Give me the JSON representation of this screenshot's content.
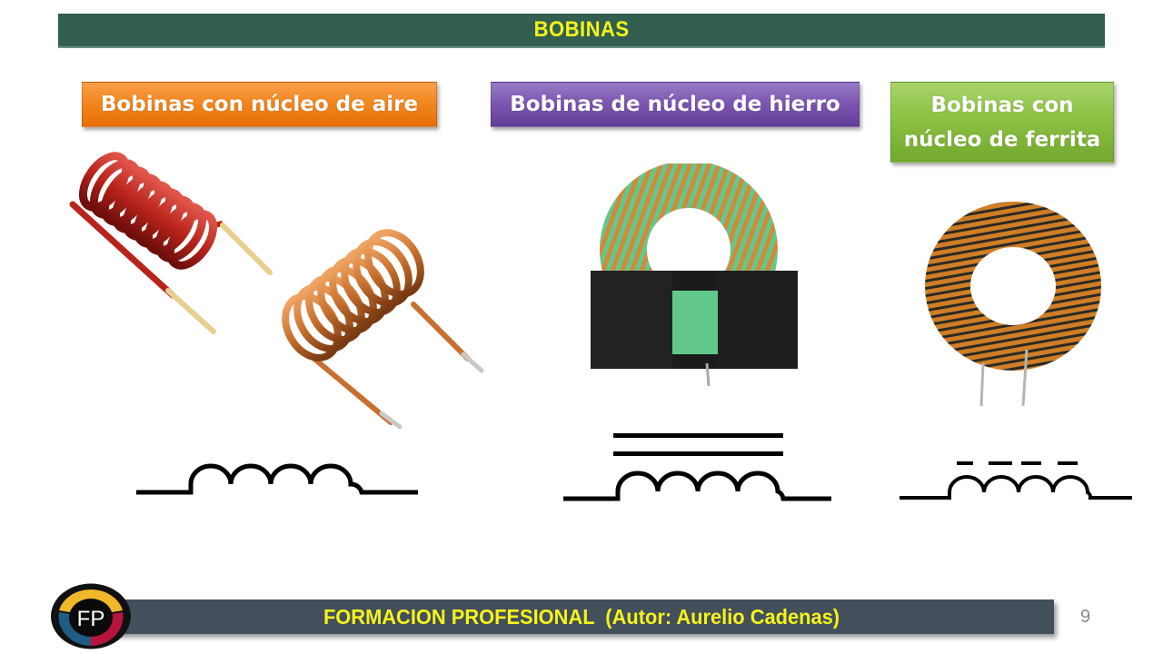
{
  "slide": {
    "title": "BOBINAS",
    "page_number": "9",
    "colors": {
      "title_bar": "#335f50",
      "title_text": "#f5f31a",
      "footer_bar": "#434f5b",
      "footer_text": "#f5f31a",
      "orange_label": "#f38720",
      "purple_label": "#7c58b1",
      "green_label": "#8cc144"
    }
  },
  "columns": [
    {
      "label": "Bobinas con núcleo de aire",
      "image": "air-core-coils-photo",
      "symbol": "inductor-air-core-symbol"
    },
    {
      "label": "Bobinas de núcleo de hierro",
      "image": "iron-core-toroid-photo",
      "symbol": "inductor-iron-core-symbol"
    },
    {
      "label_line1": "Bobinas con",
      "label_line2": "núcleo de ferrita",
      "image": "ferrite-core-toroid-photo",
      "symbol": "inductor-ferrite-core-symbol"
    }
  ],
  "footer": {
    "text": "FORMACION PROFESIONAL  (Autor: Aurelio Cadenas)",
    "logo_text": "FP"
  }
}
